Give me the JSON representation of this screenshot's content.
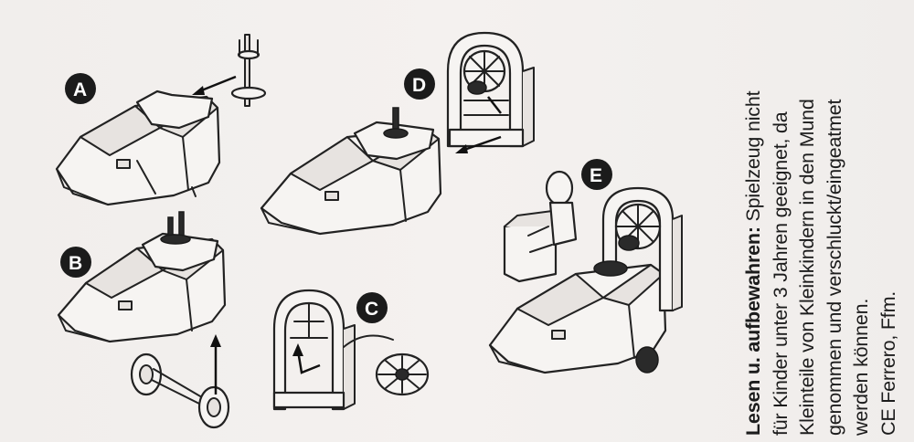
{
  "steps": {
    "a": "A",
    "b": "B",
    "c": "C",
    "d": "D",
    "e": "E"
  },
  "warning": {
    "heading": "Lesen u. aufbewahren:",
    "line1_rest": " Spielzeug nicht",
    "line2": "für Kinder unter 3 Jahren geeignet, da",
    "line3": "Kleinteile von Kleinkindern in den Mund",
    "line4": "genommen und verschluckt/eingeatmet",
    "line5": "werden können.",
    "ce_mark": "CE",
    "brand": " Ferrero, Ffm."
  },
  "colors": {
    "paper": "#f3f0ee",
    "ink": "#1a1a1a"
  }
}
